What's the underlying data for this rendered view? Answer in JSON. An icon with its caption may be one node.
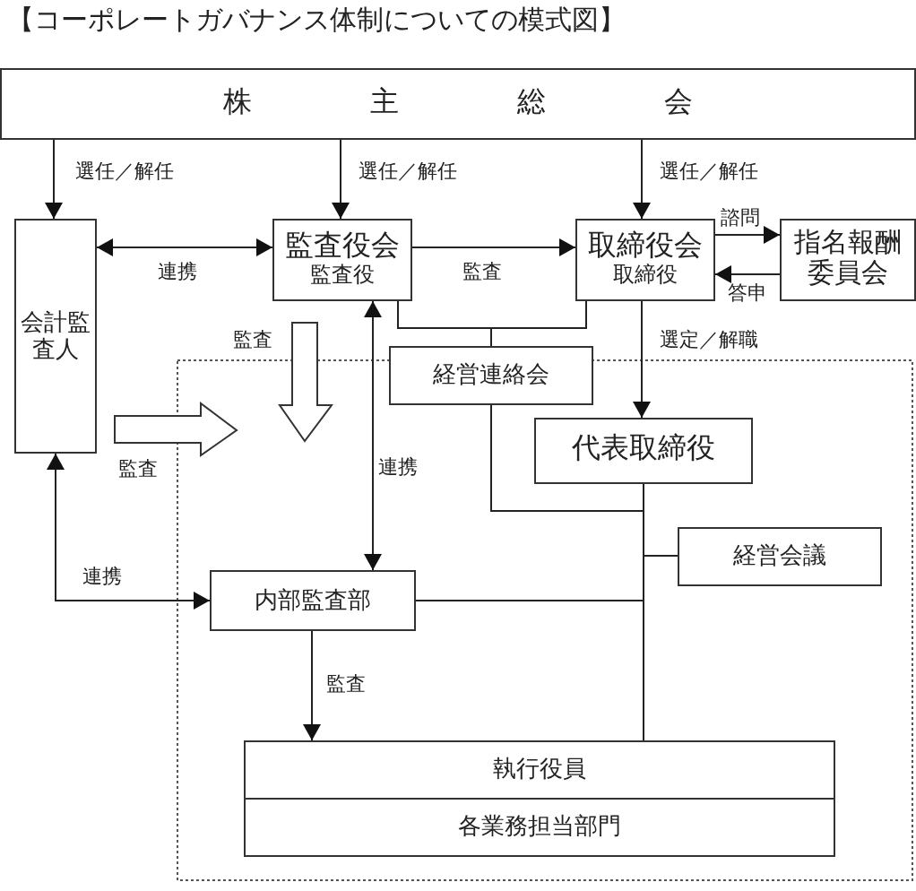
{
  "diagram": {
    "title": "【コーポレートガバナンス体制についての模式図】",
    "nodes": [
      {
        "text": [
          "株主総会"
        ]
      },
      {
        "text": [
          "会計監査人"
        ]
      },
      {
        "text": [
          "監査役会",
          "監査役"
        ]
      },
      {
        "text": [
          "取締役会",
          "取締役"
        ]
      },
      {
        "text": [
          "指名報酬委員会"
        ]
      },
      {
        "text": [
          "経営連絡会"
        ]
      },
      {
        "text": [
          "代表取締役"
        ]
      },
      {
        "text": [
          "経営会議"
        ]
      },
      {
        "text": [
          "内部監査部"
        ]
      },
      {
        "text": [
          "執行役員"
        ]
      },
      {
        "text": [
          "各業務担当部門"
        ]
      }
    ],
    "edges": [
      {
        "from": 0,
        "to": 1,
        "arrow": "to",
        "label": "選任／解任"
      },
      {
        "from": 0,
        "to": 2,
        "arrow": "to",
        "label": "選任／解任"
      },
      {
        "from": 0,
        "to": 3,
        "arrow": "to",
        "label": "選任／解任"
      },
      {
        "from": 1,
        "to": 2,
        "arrow": "both",
        "label": "連携"
      },
      {
        "from": 2,
        "to": 3,
        "arrow": "to",
        "label": "監査"
      },
      {
        "from": 3,
        "to": 4,
        "arrow": "to",
        "label": "諮問"
      },
      {
        "from": 4,
        "to": 3,
        "arrow": "to",
        "label": "答申"
      },
      {
        "from": 3,
        "to": 6,
        "arrow": "to",
        "label": "選定／解職"
      },
      {
        "from": 2,
        "to": 5,
        "arrow": "none"
      },
      {
        "from": 3,
        "to": 5,
        "arrow": "none"
      },
      {
        "from": 2,
        "to": 8,
        "arrow": "both",
        "label": "連携"
      },
      {
        "from": 1,
        "to": 8,
        "arrow": "both",
        "label": "連携"
      },
      {
        "from": 8,
        "to": 9,
        "arrow": "to",
        "label": "監査"
      },
      {
        "from": 6,
        "to": 5,
        "arrow": "none"
      },
      {
        "from": 6,
        "to": 7,
        "arrow": "none"
      },
      {
        "from": 6,
        "to": 8,
        "arrow": "none"
      },
      {
        "from": 6,
        "to": 9,
        "arrow": "none"
      }
    ],
    "labels": [
      "監査",
      "監査"
    ]
  }
}
